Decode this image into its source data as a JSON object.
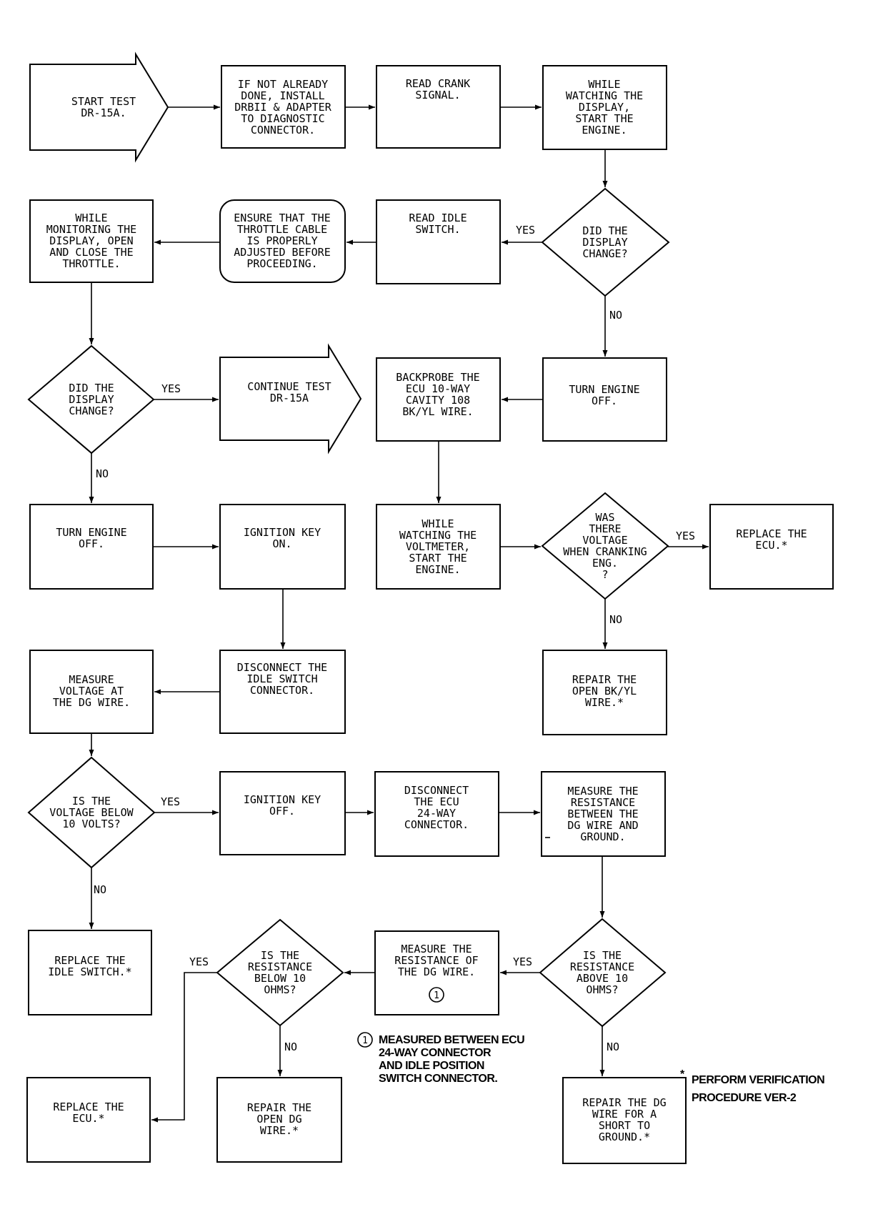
{
  "nodes": {
    "start": [
      "START TEST",
      "DR-15A."
    ],
    "install": [
      "IF NOT ALREADY",
      "DONE, INSTALL",
      "DRBII & ADAPTER",
      "TO DIAGNOSTIC",
      "CONNECTOR."
    ],
    "read_crank": [
      "READ CRANK",
      "SIGNAL."
    ],
    "start_engine": [
      "WHILE",
      "WATCHING THE",
      "DISPLAY,",
      "START THE",
      "ENGINE."
    ],
    "display_changed_1": [
      "DID THE",
      "DISPLAY",
      "CHANGE?"
    ],
    "read_idle": [
      "READ IDLE",
      "SWITCH."
    ],
    "throttle_cable": [
      "ENSURE THAT THE",
      "THROTTLE CABLE",
      "IS PROPERLY",
      "ADJUSTED BEFORE",
      "PROCEEDING."
    ],
    "open_close": [
      "WHILE",
      "MONITORING THE",
      "DISPLAY, OPEN",
      "AND CLOSE THE",
      "THROTTLE."
    ],
    "display_changed_2": [
      "DID THE",
      "DISPLAY",
      "CHANGE?"
    ],
    "continue": [
      "CONTINUE TEST",
      "DR-15A"
    ],
    "backprobe": [
      "BACKPROBE THE",
      "ECU 10-WAY",
      "CAVITY 108",
      "BK/YL WIRE."
    ],
    "turn_off_1": [
      "TURN ENGINE",
      "OFF."
    ],
    "turn_off_2": [
      "TURN ENGINE",
      "OFF."
    ],
    "ign_on": [
      "IGNITION KEY",
      "ON."
    ],
    "watch_volt": [
      "WHILE",
      "WATCHING THE",
      "VOLTMETER,",
      "START THE",
      "ENGINE."
    ],
    "was_voltage": [
      "WAS",
      "THERE",
      "VOLTAGE",
      "WHEN CRANKING",
      "ENG.",
      "?"
    ],
    "replace_ecu_1": [
      "REPLACE THE",
      "ECU.*"
    ],
    "repair_bkyl": [
      "REPAIR THE",
      "OPEN BK/YL",
      "WIRE.*"
    ],
    "disconnect_idle": [
      "DISCONNECT THE",
      "IDLE SWITCH",
      "CONNECTOR."
    ],
    "measure_dg": [
      "MEASURE",
      "VOLTAGE AT",
      "THE DG WIRE."
    ],
    "below_10v": [
      "IS THE",
      "VOLTAGE BELOW",
      "10 VOLTS?"
    ],
    "ign_off": [
      "IGNITION KEY",
      "OFF."
    ],
    "disconnect_ecu": [
      "DISCONNECT",
      "THE ECU",
      "24-WAY",
      "CONNECTOR."
    ],
    "measure_res_gnd": [
      "MEASURE THE",
      "RESISTANCE",
      "BETWEEN THE",
      "DG WIRE AND",
      "GROUND."
    ],
    "replace_idle": [
      "REPLACE THE",
      "IDLE SWITCH.*"
    ],
    "below_10ohm": [
      "IS THE",
      "RESISTANCE",
      "BELOW 10",
      "OHMS?"
    ],
    "measure_res_dg": [
      "MEASURE THE",
      "RESISTANCE OF",
      "THE DG WIRE."
    ],
    "above_10ohm": [
      "IS THE",
      "RESISTANCE",
      "ABOVE 10",
      "OHMS?"
    ],
    "replace_ecu_2": [
      "REPLACE THE",
      "ECU.*"
    ],
    "repair_dg_open": [
      "REPAIR THE",
      "OPEN DG",
      "WIRE.*"
    ],
    "repair_dg_short": [
      "REPAIR THE DG",
      "WIRE FOR A",
      "SHORT TO",
      "GROUND.*"
    ]
  },
  "edge_labels": {
    "yes": "YES",
    "no": "NO"
  },
  "footnote_marker": "1",
  "footnote_1": [
    "MEASURED BETWEEN ECU",
    "24-WAY CONNECTOR",
    "AND IDLE POSITION",
    "SWITCH CONNECTOR."
  ],
  "verification_note": [
    "PERFORM VERIFICATION",
    "PROCEDURE VER-2"
  ],
  "star": "*"
}
